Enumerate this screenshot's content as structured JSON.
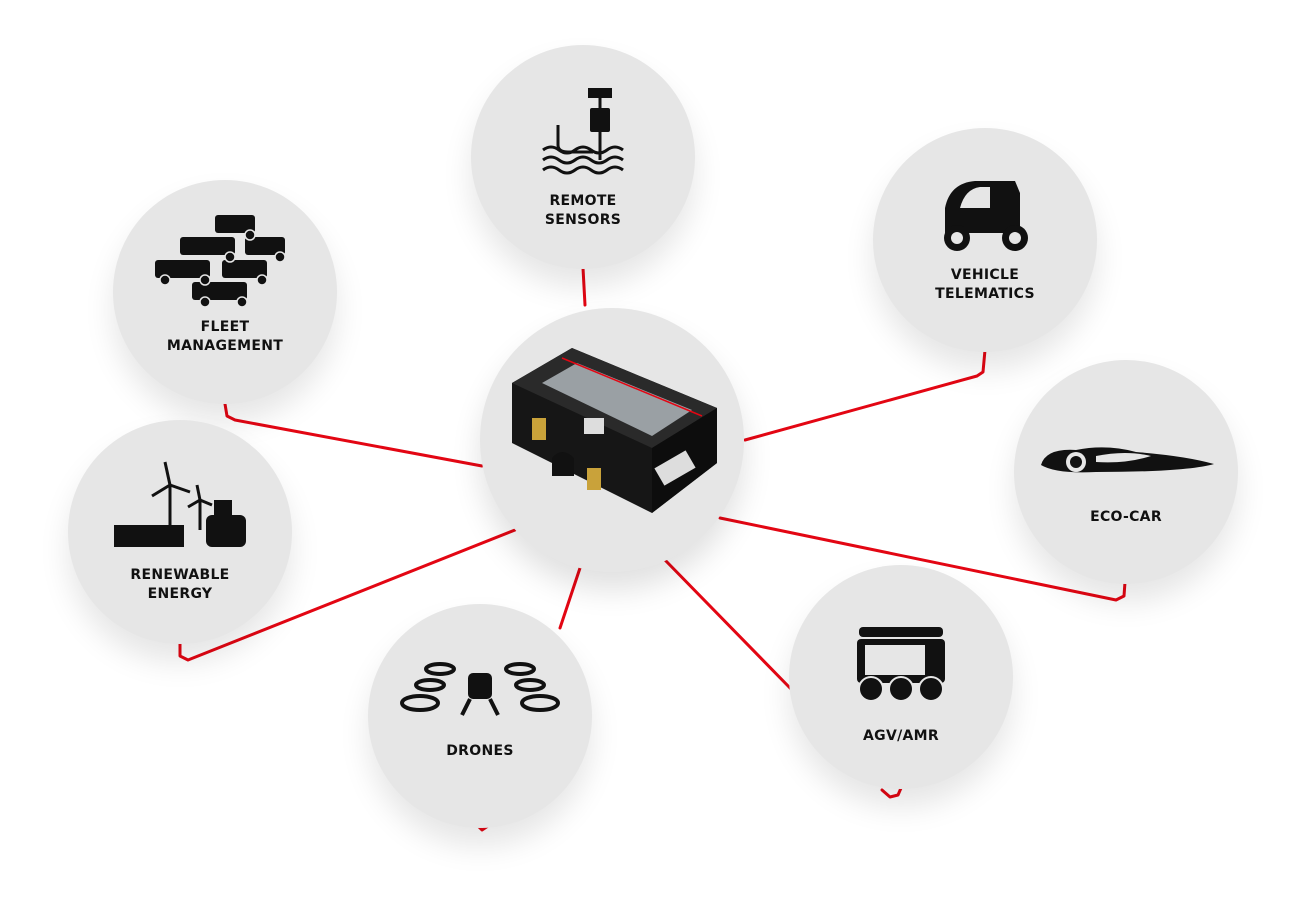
{
  "accent_color": "#e30613",
  "hub": {
    "name": "telematics-device"
  },
  "nodes": [
    {
      "id": "remote-sensors",
      "label": "REMOTE\nSENSORS",
      "icon": "water-sensor-icon"
    },
    {
      "id": "vehicle-telematics",
      "label": "VEHICLE\nTELEMATICS",
      "icon": "utility-vehicle-icon"
    },
    {
      "id": "fleet-management",
      "label": "FLEET\nMANAGEMENT",
      "icon": "vehicle-fleet-icon"
    },
    {
      "id": "eco-car",
      "label": "ECO-CAR",
      "icon": "eco-car-icon"
    },
    {
      "id": "renewable-energy",
      "label": "RENEWABLE\nENERGY",
      "icon": "wind-solar-icon"
    },
    {
      "id": "drones",
      "label": "DRONES",
      "icon": "drone-icon"
    },
    {
      "id": "agv-amr",
      "label": "AGV/AMR",
      "icon": "delivery-robot-icon"
    }
  ]
}
